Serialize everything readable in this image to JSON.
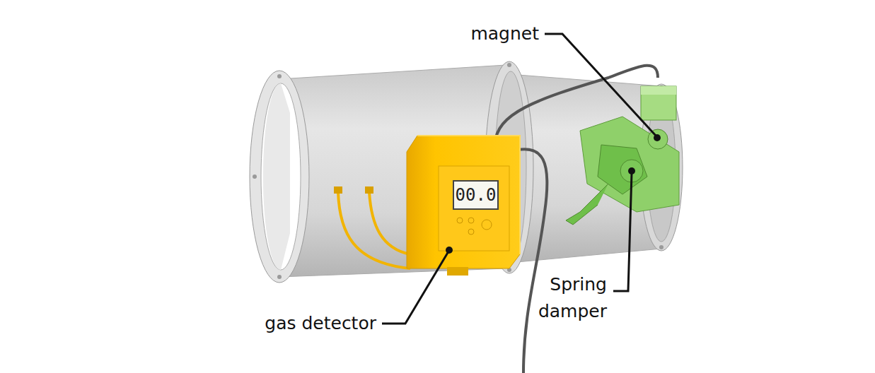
{
  "diagram": {
    "labels": [
      "magnet",
      "Spring damper",
      "gas detector",
      "00.0"
    ]
  }
}
